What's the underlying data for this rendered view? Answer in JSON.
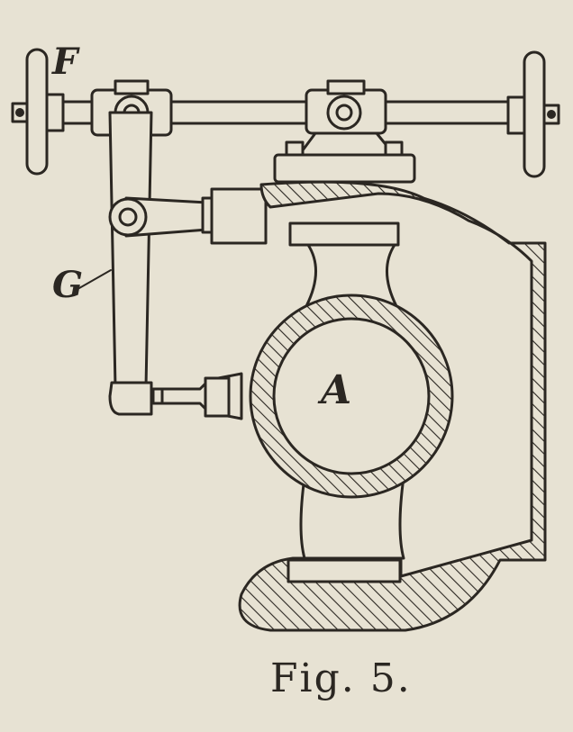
{
  "figure": {
    "labels": {
      "top_left": "F",
      "lever": "G",
      "center": "A"
    },
    "caption": "Fig. 5."
  },
  "colors": {
    "paper": "#e7e2d3",
    "ink": "#2b2722"
  }
}
